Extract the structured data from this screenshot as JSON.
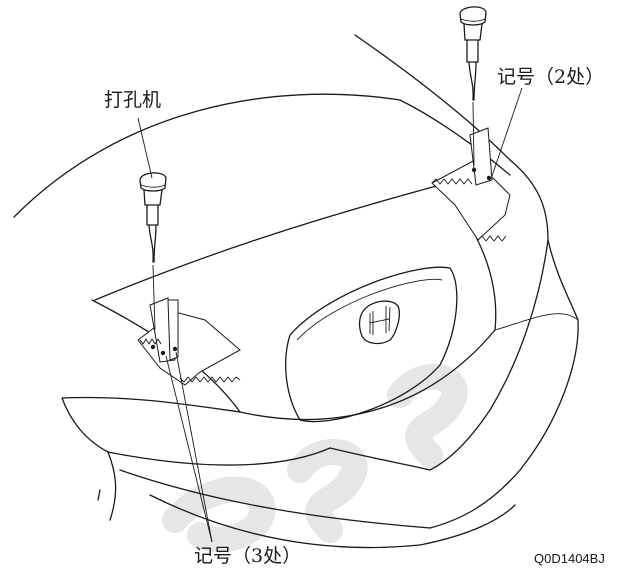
{
  "labels": {
    "punch_tool": "打孔机",
    "mark_2_places": "记号（2处）",
    "mark_3_places": "记号（3处）",
    "figure_code": "Q0D1404BJ"
  },
  "watermark": {
    "color": "#e6e6e6"
  },
  "line_color": "#1a1a1a"
}
